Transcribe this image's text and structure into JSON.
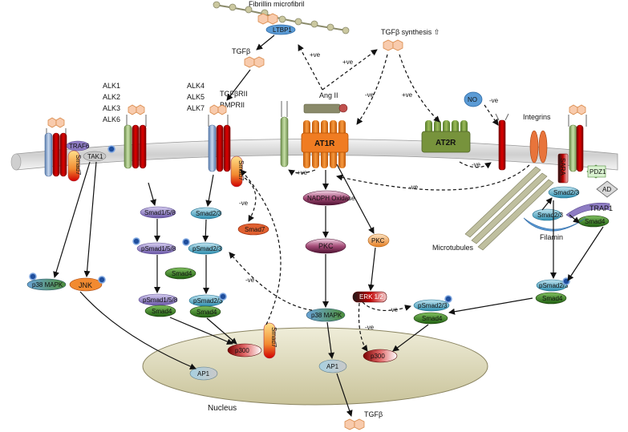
{
  "labels": {
    "fibrillin": "Fibrillin microfibril",
    "ltbp1": "LTBP1",
    "tgfb_top": "TGFβ",
    "tgfb_synthesis": "TGFβ synthesis ⇧",
    "ang2": "Ang II",
    "at1r": "AT1R",
    "at2r": "AT2R",
    "no": "NO",
    "integrins": "Integrins",
    "alk_left": [
      "ALK1",
      "ALK2",
      "ALK3",
      "ALK6"
    ],
    "alk_mid": [
      "ALK4",
      "ALK5",
      "ALK7"
    ],
    "tgfbrii": "TGFβRII",
    "bmprii": "BMPRII",
    "traf6": "TRAF6",
    "tak1": "TAK1",
    "smad7": "Smad7",
    "p38mapk": "p38 MAPK",
    "jnk": "JNK",
    "smad158": "Smad1/5/8",
    "psmad158": "pSmad1/5/8",
    "smad23": "Smad2/3",
    "psmad23": "pSmad2/3",
    "smad4": "Smad4",
    "nadph": "NADPH Oxidase",
    "pkc": "PKC",
    "erk": "ERK 1/2",
    "sara": "SARA",
    "pdz1": "PDZ1",
    "ad": "AD",
    "trap1": "TRAP1",
    "filamin": "Filamin",
    "microtubules": "Microtubules",
    "p300": "p300",
    "ap1": "AP1",
    "nucleus": "Nucleus",
    "tgfb_bottom": "TGFβ",
    "pos": "+ve",
    "neg": "-ve"
  },
  "colors": {
    "membrane": "#d9d9d9",
    "receptor_red": "#c00000",
    "receptor_blue": "#8eaadb",
    "receptor_green": "#a9d18e",
    "at_orange": "#e36c09",
    "at_green": "#77933c",
    "nucleus": "#ddd9c3",
    "tgfb_hex": "#f4b183",
    "smad4": "#38761d",
    "smad23": "#5bb0c8",
    "smad158": "#8e7cc3",
    "pkc_purple": "#741b47",
    "phospho": "#1f4e9d"
  }
}
